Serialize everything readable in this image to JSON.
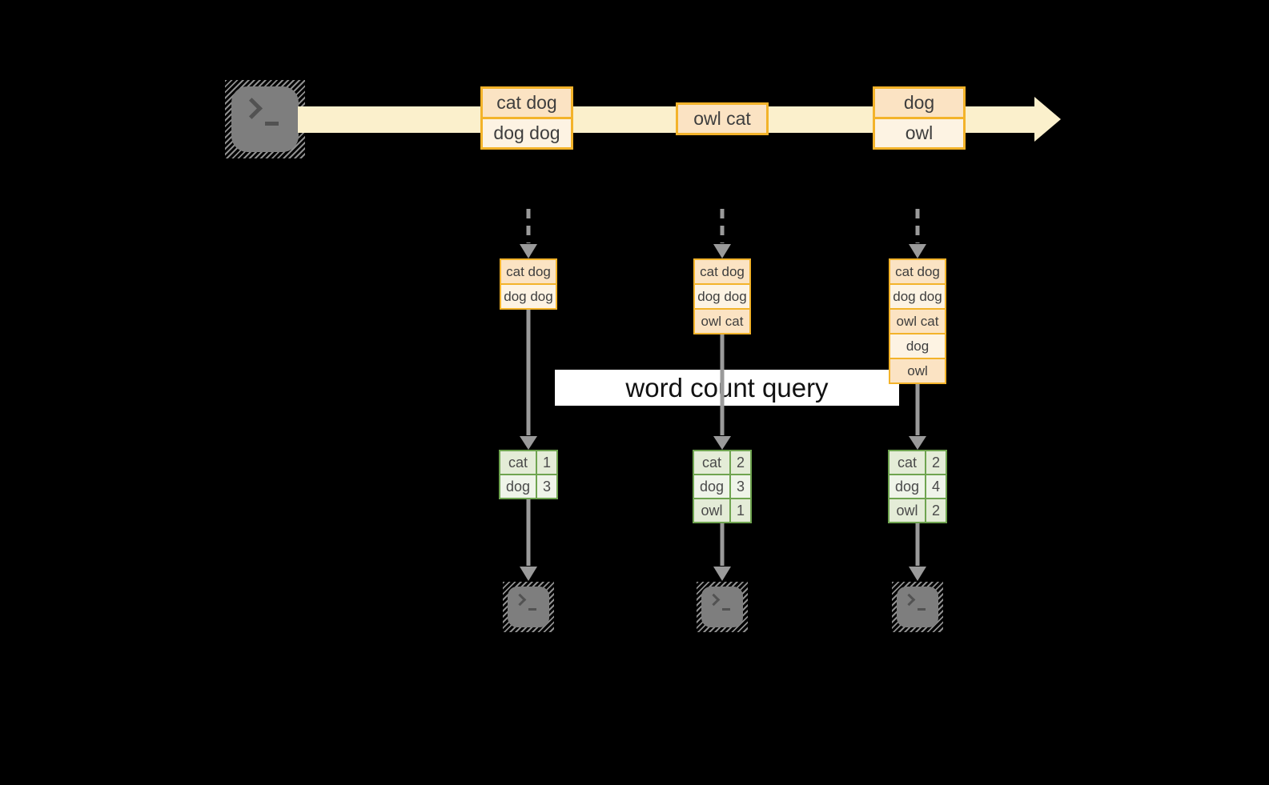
{
  "diagram": {
    "query_label": "word count query",
    "source_icon": "terminal-icon",
    "sink_icon": "terminal-icon",
    "stream_events": [
      {
        "lines": [
          "cat dog",
          "dog dog"
        ]
      },
      {
        "lines": [
          "owl cat"
        ]
      },
      {
        "lines": [
          "dog",
          "owl"
        ]
      }
    ],
    "snapshots": [
      {
        "input": [
          "cat dog",
          "dog dog"
        ],
        "counts": [
          {
            "word": "cat",
            "count": "1"
          },
          {
            "word": "dog",
            "count": "3"
          }
        ]
      },
      {
        "input": [
          "cat dog",
          "dog dog",
          "owl cat"
        ],
        "counts": [
          {
            "word": "cat",
            "count": "2"
          },
          {
            "word": "dog",
            "count": "3"
          },
          {
            "word": "owl",
            "count": "1"
          }
        ]
      },
      {
        "input": [
          "cat dog",
          "dog dog",
          "owl cat",
          "dog",
          "owl"
        ],
        "counts": [
          {
            "word": "cat",
            "count": "2"
          },
          {
            "word": "dog",
            "count": "4"
          },
          {
            "word": "owl",
            "count": "2"
          }
        ]
      }
    ],
    "colors": {
      "background": "#000000",
      "stream_band": "#fbf0cc",
      "event_border": "#f3b32a",
      "event_fill_dark": "#fbe3c3",
      "event_fill_light": "#fdf3e3",
      "table_border": "#6fa450",
      "table_fill_dark": "#e4ecd7",
      "table_fill_light": "#eff4e9",
      "arrow": "#9a9a9a",
      "query_band": "#ffffff"
    }
  }
}
